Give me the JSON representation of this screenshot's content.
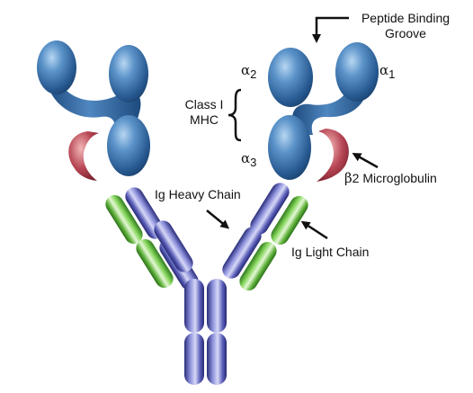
{
  "labels": {
    "peptide_binding_groove": "Peptide Binding\nGroove",
    "alpha1": {
      "symbol": "α",
      "sub": "1"
    },
    "alpha2": {
      "symbol": "α",
      "sub": "2"
    },
    "alpha3": {
      "symbol": "α",
      "sub": "3"
    },
    "class_mhc": "Class I\nMHC",
    "beta2": {
      "symbol": "β",
      "text": "2 Microglobulin"
    },
    "ig_heavy_chain": "Ig Heavy Chain",
    "ig_light_chain": "Ig Light Chain"
  },
  "colors": {
    "mhc_blue": "#2e6aa6",
    "beta2_red": "#8a2230",
    "heavy_chain_purple": "#4b4fa8",
    "light_chain_green": "#5fb13a",
    "arrow": "#111111"
  }
}
